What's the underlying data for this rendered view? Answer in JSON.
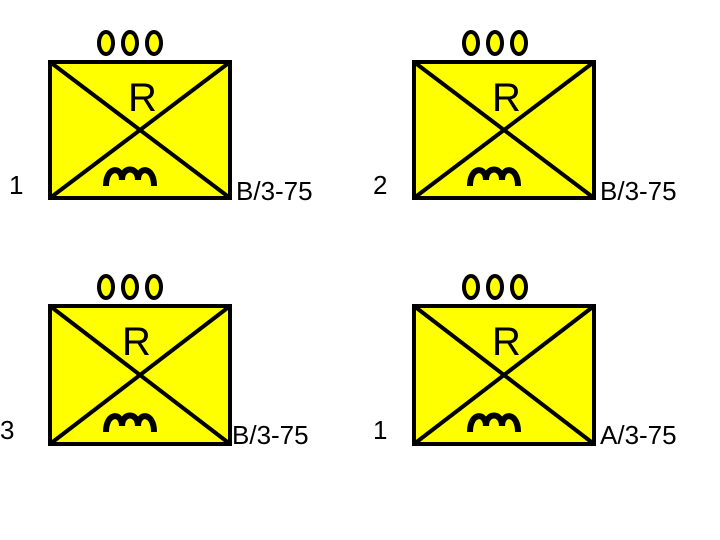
{
  "colors": {
    "fill": "#ffff00",
    "stroke": "#000000"
  },
  "icons": {
    "size": "echelon-platoon-icon",
    "amphibious": "amphibious-wave-icon"
  },
  "units": [
    {
      "number": "1",
      "letter": "R",
      "designation": "B/3-75"
    },
    {
      "number": "2",
      "letter": "R",
      "designation": "B/3-75"
    },
    {
      "number": "3",
      "letter": "R",
      "designation": "B/3-75"
    },
    {
      "number": "1",
      "letter": "R",
      "designation": "A/3-75"
    }
  ]
}
